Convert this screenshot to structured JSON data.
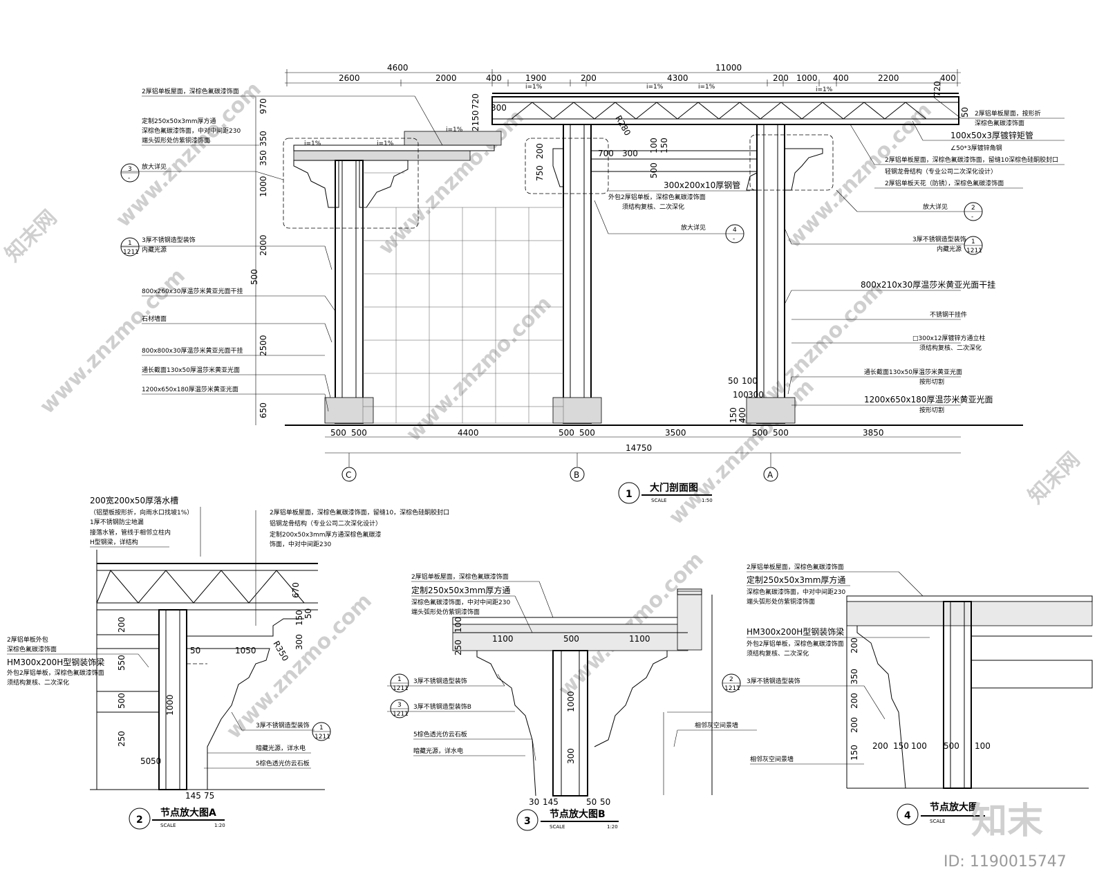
{
  "watermark": {
    "text": "www.znzmo.com",
    "brand": "知末网",
    "logo_text": "知末",
    "id_text": "ID: 1190015747"
  },
  "section1": {
    "number": "1",
    "title": "大门剖面图",
    "scale_label": "SCALE",
    "scale_value": "1:50",
    "grid": [
      "C",
      "B",
      "A"
    ],
    "top_dims_row1": [
      "4600",
      "11000"
    ],
    "top_dims_row2": [
      "2600",
      "2000",
      "400",
      "1900",
      "200",
      "4300",
      "200",
      "1000",
      "400",
      "2200",
      "400"
    ],
    "bottom_dims_row1": [
      "500",
      "500",
      "4400",
      "500",
      "500",
      "3500",
      "500",
      "500",
      "3850"
    ],
    "bottom_total": "14750",
    "left_dims": [
      "970",
      "350",
      "350",
      "1000",
      "2000",
      "2500",
      "650"
    ],
    "left_side_extra": "500",
    "slopes": [
      "i=1%",
      "i=1%",
      "i=1%",
      "i=1%",
      "i=1%",
      "i=1%"
    ],
    "inner_dims": [
      "300",
      "2150",
      "720",
      "R280",
      "700",
      "300",
      "750",
      "200",
      "500",
      "100",
      "150",
      "50",
      "100",
      "720",
      "50"
    ],
    "lower_inner_dims": [
      "50",
      "100",
      "150",
      "400",
      "100",
      "300"
    ],
    "left_labels": [
      "2厚铝单板屋面，深棕色氟碳漆饰面",
      "定制250x50x3mm厚方通",
      "深棕色氟碳漆饰面，中对中间距230",
      "端头弧形处仿紫铜漆饰面",
      "放大详见",
      "3厚不锈钢造型装饰",
      "内藏光源",
      "800x260x30厚温莎米黄亚光面干挂",
      "石材墙面",
      "800x800x30厚温莎米黄亚光面干挂",
      "通长截面130x50厚温莎米黄亚光面",
      "1200x650x180厚温莎米黄亚光面"
    ],
    "right_labels": [
      "2厚铝单板屋面，按形折",
      "深棕色氟碳漆饰面",
      "100x50x3厚镀锌矩管",
      "∠50*3厚镀锌角钢",
      "2厚铝单板屋面，深棕色氟碳漆饰面，留缝10深棕色硅酮胶封口",
      "轻钢龙骨结构（专业公司二次深化设计）",
      "2厚铝单板天花（防锈），深棕色氟碳漆饰面",
      "放大详见",
      "3厚不锈钢造型装饰",
      "内藏光源",
      "800x210x30厚温莎米黄亚光面干挂",
      "不锈钢干挂件",
      "□300x12厚镀锌方通立柱",
      "须结构复核、二次深化",
      "通长截面130x50厚温莎米黄亚光面",
      "按形切割",
      "1200x650x180厚温莎米黄亚光面",
      "按形切割"
    ],
    "center_labels": [
      "300x200x10厚钢管",
      "外包2厚铝单板，深棕色氟碳漆饰面",
      "须结构复核、二次深化",
      "放大详见"
    ],
    "callouts": [
      {
        "top": "3",
        "bottom": "-"
      },
      {
        "top": "1",
        "bottom": "1211"
      },
      {
        "top": "2",
        "bottom": "-"
      },
      {
        "top": "4",
        "bottom": "-"
      },
      {
        "top": "1",
        "bottom": "1211"
      }
    ]
  },
  "section2": {
    "number": "2",
    "title": "节点放大图A",
    "scale_label": "SCALE",
    "scale_value": "1:20",
    "labels": [
      "200宽200x50厚落水槽",
      "（铝塑板按形折，向雨水口找坡1%）",
      "1厚不锈钢防尘地漏",
      "接落水管，管线于相邻立柱内",
      "H型钢梁，详结构",
      "2厚铝单板屋面，深棕色氟碳漆饰面，留缝10，深棕色硅酮胶封口",
      "铝钢龙骨结构（专业公司二次深化设计）",
      "定制200x50x3mm厚方通深棕色氟碳漆",
      "饰面，中对中间距230",
      "2厚铝单板外包",
      "深棕色氟碳漆饰面",
      "HM300x200H型钢装饰梁",
      "外包2厚铝单板，深棕色氟碳漆饰面",
      "须结构复核、二次深化",
      "3厚不锈钢造型装饰",
      "暗藏光源，详水电",
      "5棕色透光仿云石板"
    ],
    "dims": [
      "670",
      "200",
      "550",
      "500",
      "250",
      "1000",
      "50",
      "1050",
      "R350",
      "300",
      "50",
      "150",
      "50",
      "50",
      "145",
      "75"
    ],
    "callout": {
      "top": "1",
      "bottom": "1211"
    }
  },
  "section3": {
    "number": "3",
    "title": "节点放大图B",
    "scale_label": "SCALE",
    "scale_value": "1:20",
    "labels": [
      "2厚铝单板屋面，深棕色氟碳漆饰面",
      "定制250x50x3mm厚方通",
      "深棕色氟碳漆饰面，中对中间距230",
      "端头弧形处仿紫铜漆饰面",
      "3厚不锈钢造型装饰",
      "3厚不锈钢造型装饰B",
      "5棕色透光仿云石板",
      "暗藏光源，详水电",
      "相邻灰空间景墙"
    ],
    "dims": [
      "1100",
      "500",
      "1100",
      "250",
      "100",
      "1000",
      "300",
      "30",
      "145",
      "50",
      "50"
    ],
    "callouts": [
      {
        "top": "1",
        "bottom": "1211"
      },
      {
        "top": "3",
        "bottom": "1211"
      }
    ]
  },
  "section4": {
    "number": "4",
    "title": "节点放大图",
    "scale_label": "SCALE",
    "labels": [
      "2厚铝单板屋面，深棕色氟碳漆饰面",
      "定制250x50x3mm厚方通",
      "深棕色氟碳漆饰面，中对中间距230",
      "端头弧形处仿紫铜漆饰面",
      "HM300x200H型钢装饰梁",
      "外包2厚铝单板，深棕色氟碳漆饰面",
      "须结构复核、二次深化",
      "3厚不锈钢造型装饰",
      "相邻灰空间景墙"
    ],
    "dims": [
      "200",
      "350",
      "200",
      "200",
      "150",
      "200",
      "150",
      "100",
      "500",
      "100"
    ],
    "callout": {
      "top": "2",
      "bottom": "1211"
    }
  }
}
